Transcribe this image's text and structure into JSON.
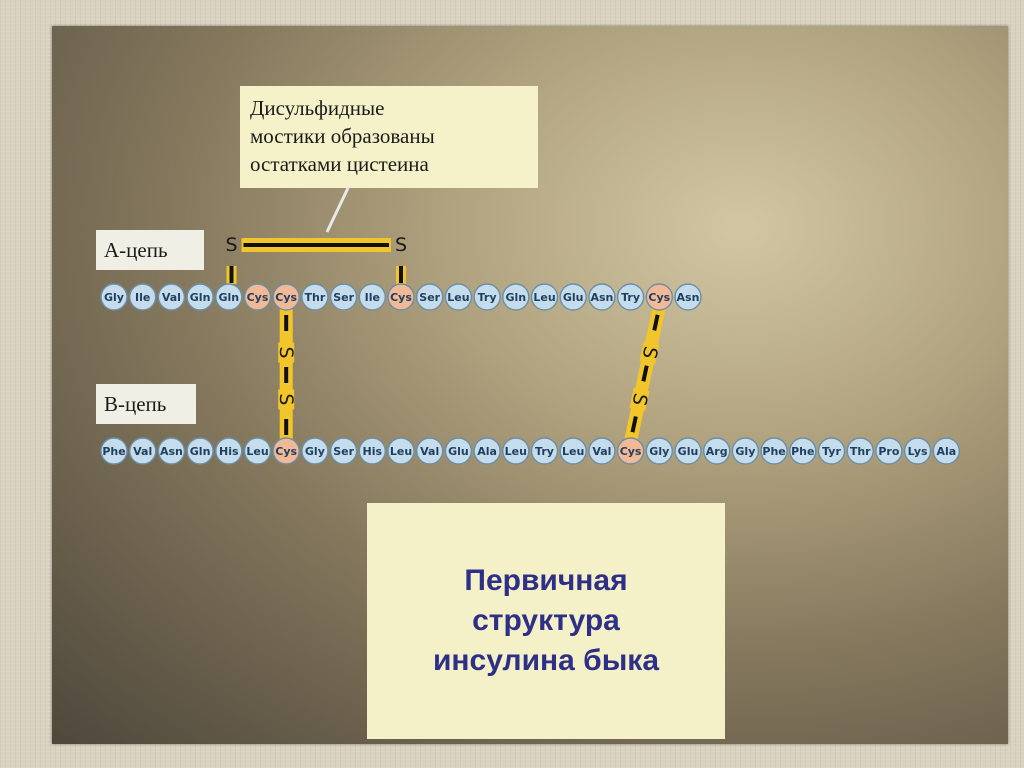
{
  "callout": {
    "lines": [
      "Дисульфидные",
      "мостики образованы",
      "остатками цистеина"
    ]
  },
  "labels": {
    "a_chain": "А-цепь",
    "b_chain": "В-цепь"
  },
  "title": {
    "lines": [
      "Первичная",
      "структура",
      "инсулина быка"
    ]
  },
  "sulfur_label": "S",
  "chains": {
    "a": [
      "Gly",
      "Ile",
      "Val",
      "Gln",
      "Gln",
      "Cys",
      "Cys",
      "Thr",
      "Ser",
      "Ile",
      "Cys",
      "Ser",
      "Leu",
      "Try",
      "Gln",
      "Leu",
      "Glu",
      "Asn",
      "Try",
      "Cys",
      "Asn"
    ],
    "b": [
      "Phe",
      "Val",
      "Asn",
      "Gln",
      "His",
      "Leu",
      "Cys",
      "Gly",
      "Ser",
      "His",
      "Leu",
      "Val",
      "Glu",
      "Ala",
      "Leu",
      "Try",
      "Leu",
      "Val",
      "Cys",
      "Gly",
      "Glu",
      "Arg",
      "Gly",
      "Phe",
      "Phe",
      "Tyr",
      "Thr",
      "Pro",
      "Lys",
      "Ala"
    ]
  },
  "bridges": {
    "intra_a": [
      6,
      11
    ],
    "inter": [
      [
        7,
        7
      ],
      [
        20,
        19
      ]
    ]
  },
  "colors": {
    "residue_fill": "#c4dcec",
    "cys_fill": "#f2b996",
    "residue_stroke": "#6b8ea6",
    "bridge_glow": "#f2c62b",
    "bridge_core": "#111111",
    "label_text": "#1f3f5e"
  }
}
